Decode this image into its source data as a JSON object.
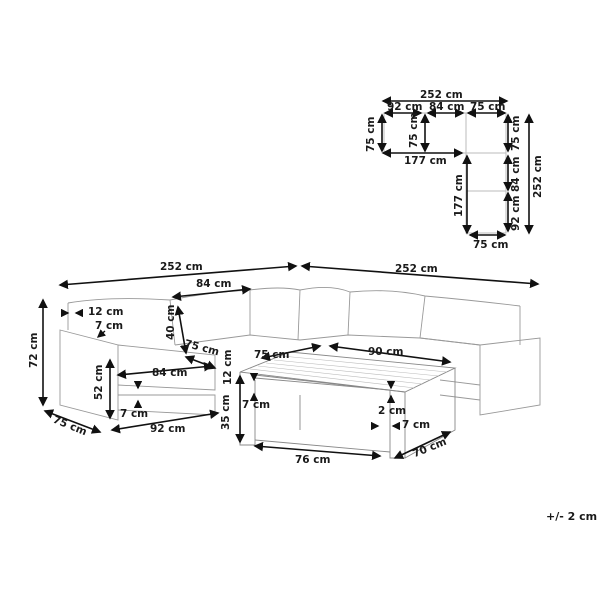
{
  "diagram": {
    "type": "furniture dimension drawing",
    "subject": "L-shaped outdoor corner sofa set with coffee table",
    "tolerance": "+/- 2 cm"
  },
  "floor_plan": {
    "overall_width": "252 cm",
    "overall_depth": "252 cm",
    "segments_top": [
      "92 cm",
      "84 cm",
      "75 cm"
    ],
    "left_height": "75 cm",
    "inner_height": "75 cm",
    "inner_width": "177 cm",
    "inner_depth": "177 cm",
    "right_segments": [
      "75 cm",
      "84 cm",
      "92 cm"
    ],
    "bottom_width": "75 cm"
  },
  "sofa": {
    "left_length": "252 cm",
    "right_length": "252 cm",
    "back_cushion_width": "84 cm",
    "backrest_thickness": "12 cm",
    "armrest_width": "7 cm",
    "back_height": "40 cm",
    "seat_depth": "75 cm",
    "total_height": "72 cm",
    "armrest_height": "52 cm",
    "seat_width": "84 cm",
    "frame_leg": "7 cm",
    "module_width": "92 cm",
    "module_depth": "75 cm"
  },
  "table": {
    "depth": "75 cm",
    "width": "90 cm",
    "top_thickness": "12 cm",
    "height": "35 cm",
    "leg_height_gap": "7 cm",
    "slat_gap": "2 cm",
    "leg_width": "7 cm",
    "inner_length": "76 cm",
    "inner_depth": "70 cm"
  }
}
